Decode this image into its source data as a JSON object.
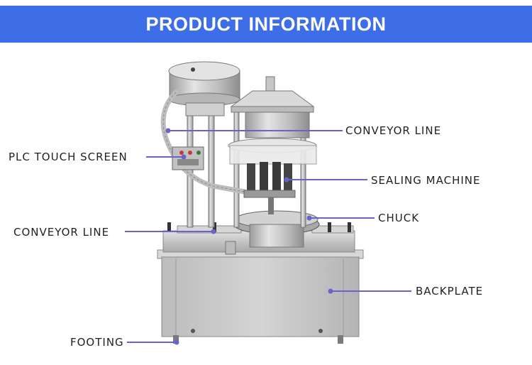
{
  "header": {
    "title": "PRODUCT INFORMATION"
  },
  "colors": {
    "banner": "#3d6ee8",
    "leader": "#6a63c9",
    "steel": "#c9c9c9"
  },
  "labels": {
    "conveyor_line_top": "CONVEYOR LINE",
    "plc_touch_screen": "PLC TOUCH SCREEN",
    "sealing_machine": "SEALING MACHINE",
    "chuck": "CHUCK",
    "conveyor_line_left": "CONVEYOR LINE",
    "backplate": "BACKPLATE",
    "footing": "FOOTING"
  }
}
